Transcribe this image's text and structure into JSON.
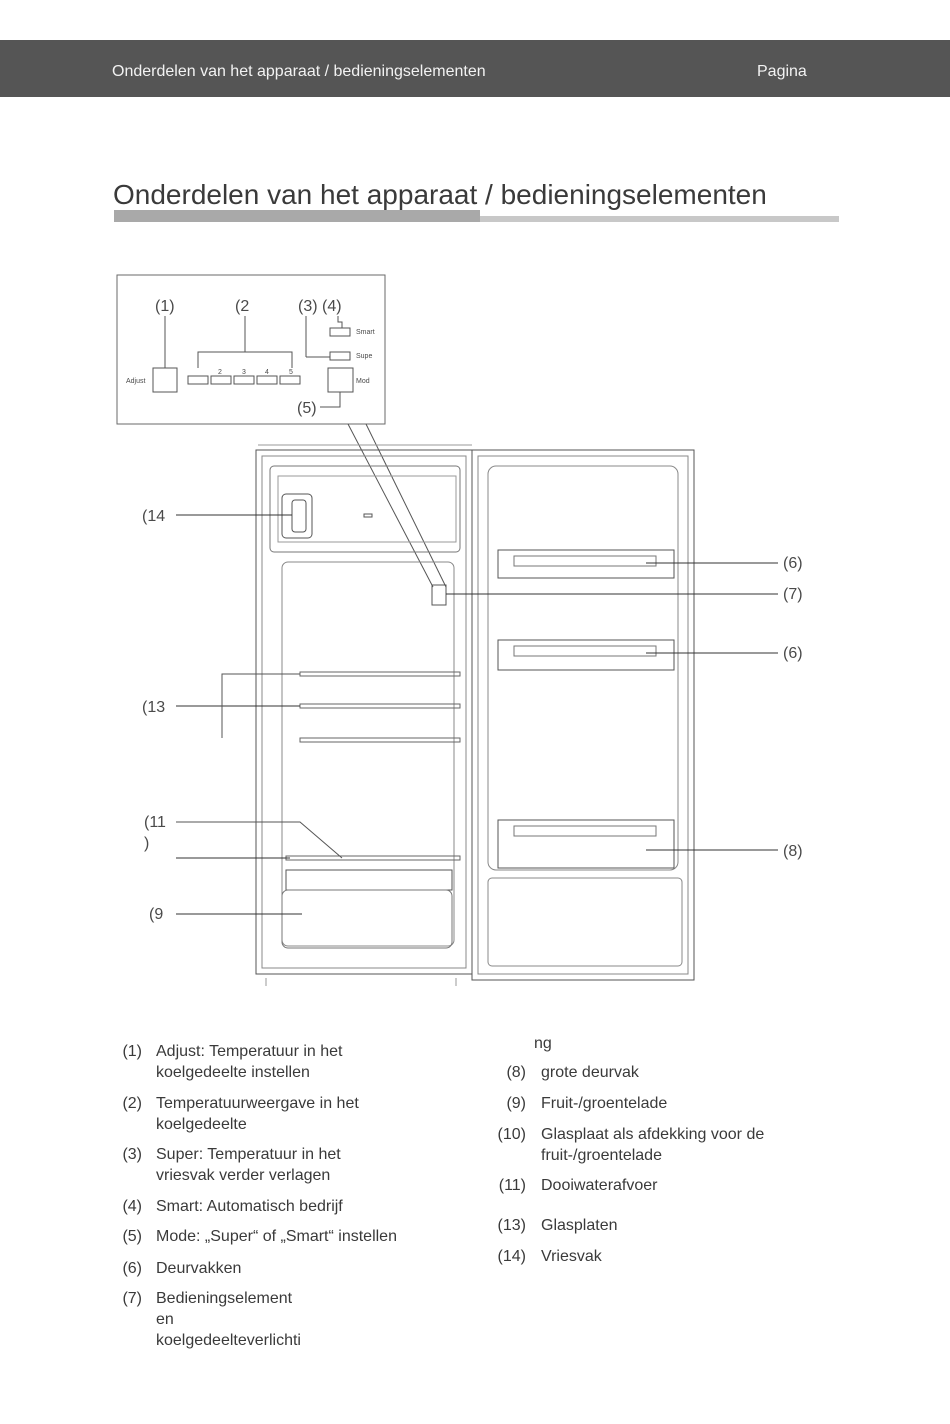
{
  "header": {
    "title": "Onderdelen van het apparaat / bedieningselementen",
    "page_label": "Pagina"
  },
  "page_title": "Onderdelen van het apparaat / bedieningselementen",
  "panel": {
    "label_1": "(1)",
    "label_2": "(2",
    "label_3_4": "(3) (4)",
    "label_5": "(5)",
    "adjust": "Adjust",
    "smart": "Smart",
    "super": "Supe",
    "mode": "Mod",
    "digits": [
      "2",
      "3",
      "4",
      "5"
    ]
  },
  "callouts": {
    "c14": "(14",
    "c13": "(13",
    "c11a": "(11",
    "c11b": ")",
    "c9": "(9",
    "c6a": "(6)",
    "c7": "(7)",
    "c6b": "(6)",
    "c8": "(8)"
  },
  "legend_left": [
    {
      "num": "(1)",
      "lines": [
        "Adjust: Temperatuur in het",
        "koelgedeelte instellen"
      ]
    },
    {
      "num": "(2)",
      "lines": [
        "Temperatuurweergave in het",
        "koelgedeelte"
      ]
    },
    {
      "num": "(3)",
      "lines": [
        "Super: Temperatuur in het",
        "vriesvak verder verlagen"
      ]
    },
    {
      "num": "(4)",
      "lines": [
        "Smart: Automatisch bedrijf"
      ]
    },
    {
      "num": "(5)",
      "lines": [
        "Mode: „Super“ of „Smart“ instellen"
      ]
    },
    {
      "num": "(6)",
      "lines": [
        "Deurvakken"
      ]
    },
    {
      "num": "(7)",
      "lines": [
        "Bedieningselement",
        "en",
        "koelgedeelteverlichti"
      ]
    }
  ],
  "legend_right_cont": "ng",
  "legend_right": [
    {
      "num": "(8)",
      "lines": [
        "grote deurvak"
      ]
    },
    {
      "num": "(9)",
      "lines": [
        "Fruit-/groentelade"
      ]
    },
    {
      "num": "(10)",
      "lines": [
        "Glasplaat als afdekking voor de",
        "fruit-/groentelade"
      ]
    },
    {
      "num": "(11)",
      "lines": [
        "Dooiwaterafvoer"
      ]
    },
    {
      "num": "(13)",
      "lines": [
        "Glasplaten"
      ]
    },
    {
      "num": "(14)",
      "lines": [
        "Vriesvak"
      ]
    }
  ]
}
